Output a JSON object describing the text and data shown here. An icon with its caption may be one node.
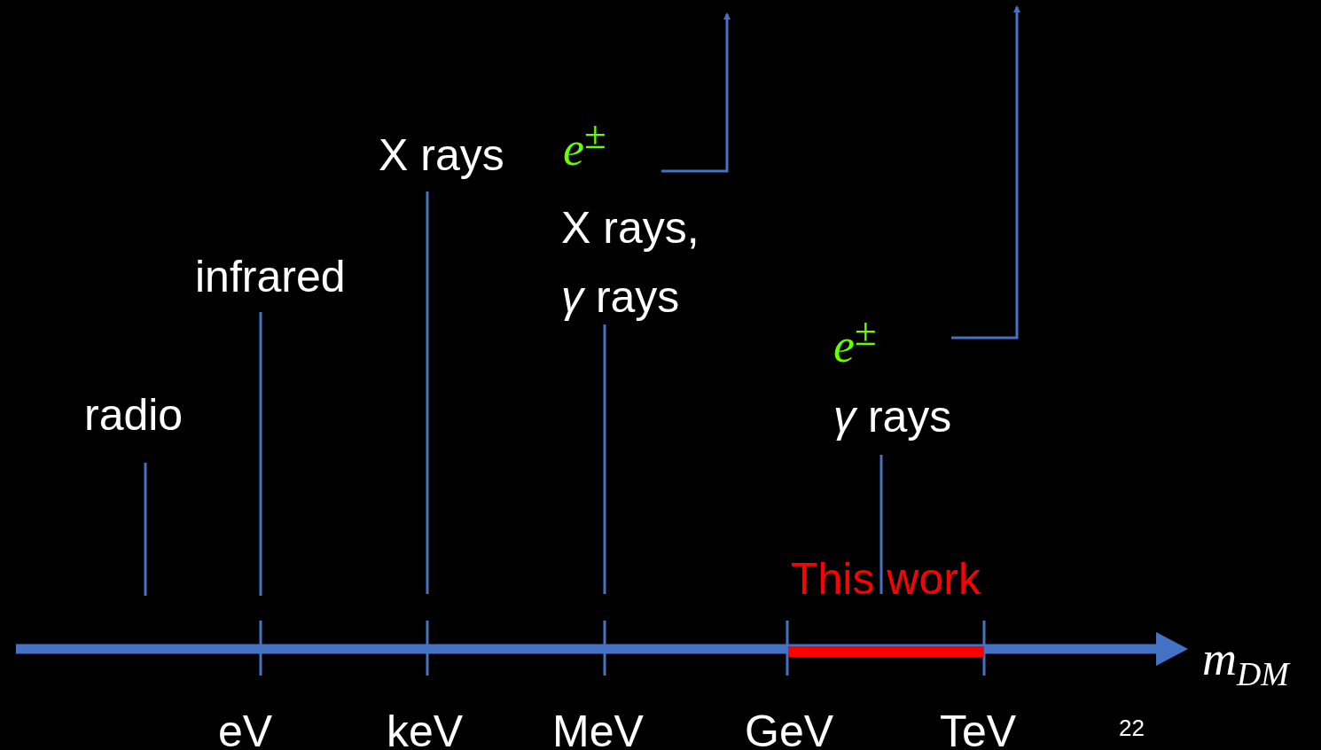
{
  "diagram": {
    "nodes": [
      {
        "text": [
          "*e*$^{±}$"
        ]
      },
      {
        "text": [
          "*e*$^{±}$"
        ]
      }
    ],
    "edges": [
      {
        "from": 0,
        "to": null,
        "arrow": "to"
      },
      {
        "from": 1,
        "to": null,
        "arrow": "to"
      }
    ],
    "labels": [
      "X rays",
      "infrared",
      "X rays, *γ* rays",
      "radio",
      "*γ* rays",
      "This work",
      "eV",
      "keV",
      "MeV",
      "GeV",
      "TeV",
      "*m*$_{DM}$",
      "22"
    ]
  }
}
